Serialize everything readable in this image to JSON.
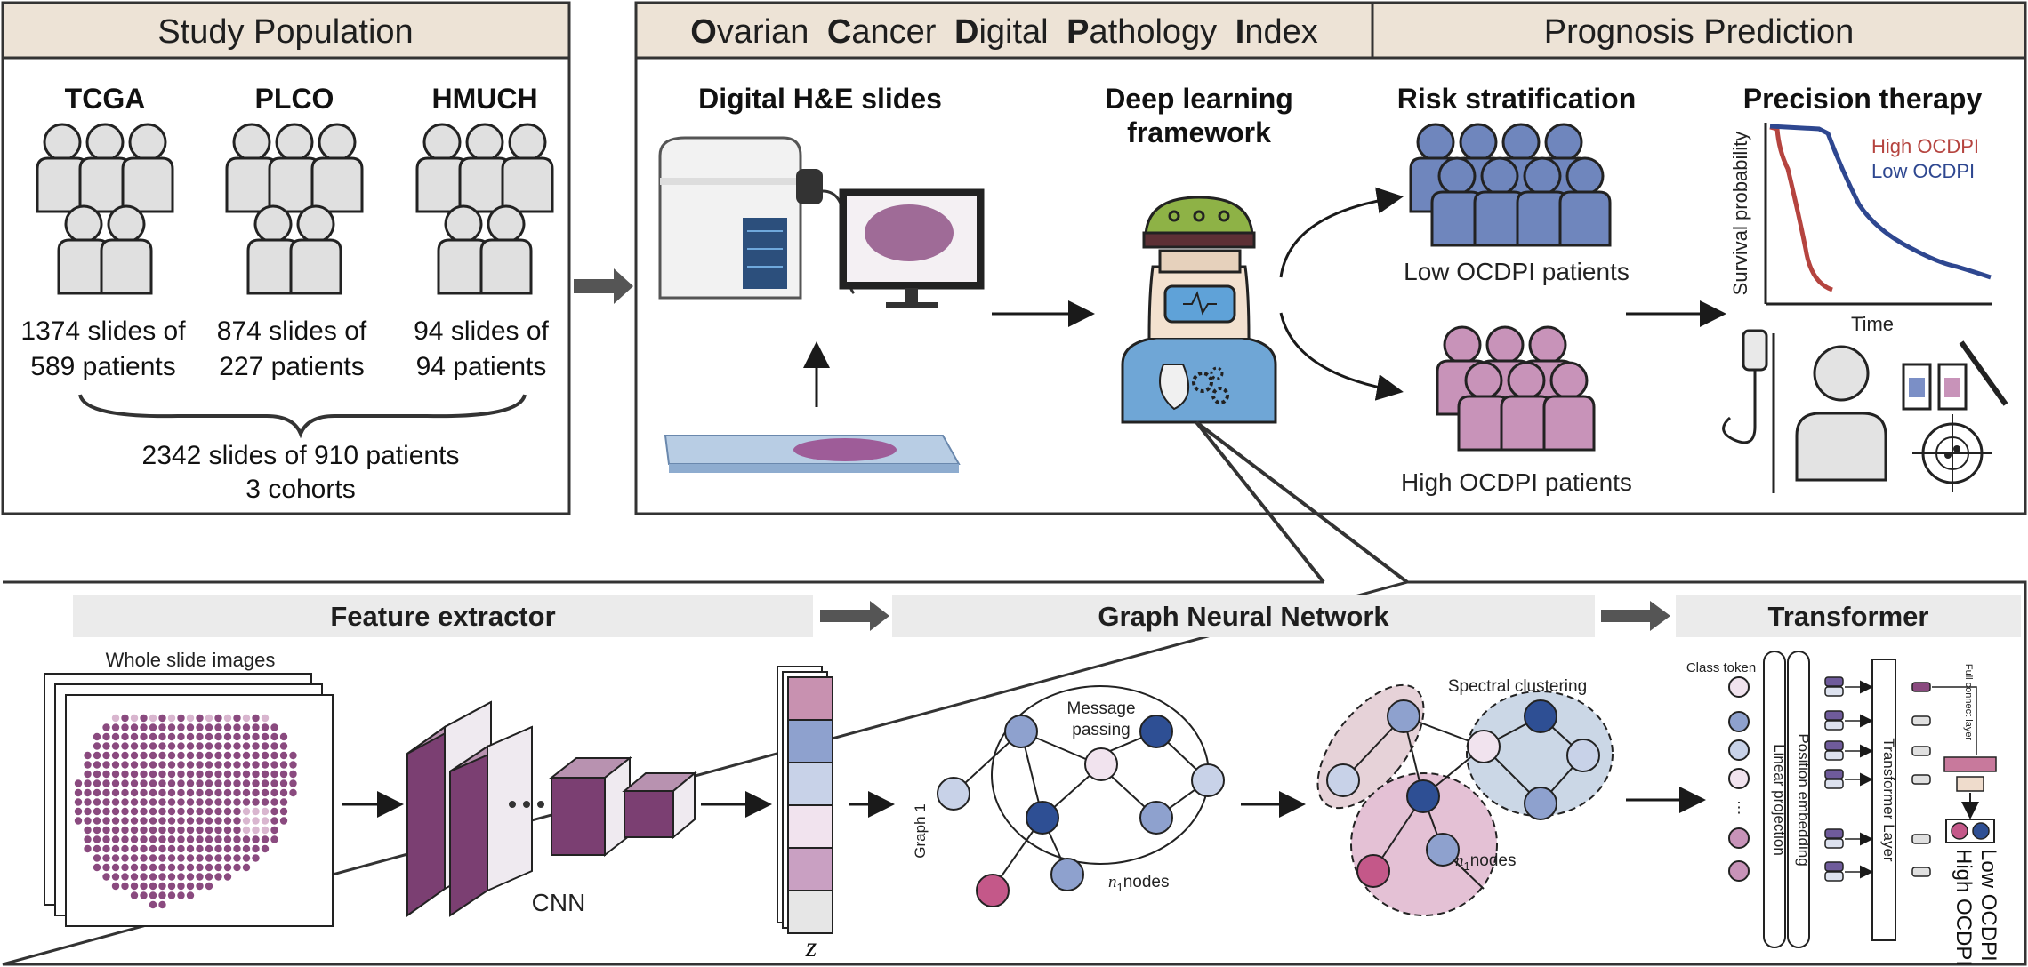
{
  "study": {
    "header": "Study Population",
    "cohorts": [
      {
        "name": "TCGA",
        "line1": "1374 slides of",
        "line2": "589 patients"
      },
      {
        "name": "PLCO",
        "line1": "874 slides of",
        "line2": "227 patients"
      },
      {
        "name": "HMUCH",
        "line1": "94 slides of",
        "line2": "94 patients"
      }
    ],
    "total_line1": "2342 slides of 910 patients",
    "total_line2": "3 cohorts"
  },
  "ocdpi": {
    "header_parts": [
      {
        "initial": "O",
        "rest": "varian "
      },
      {
        "initial": "C",
        "rest": "ancer "
      },
      {
        "initial": "D",
        "rest": "igital "
      },
      {
        "initial": "P",
        "rest": "athology "
      },
      {
        "initial": "I",
        "rest": "ndex"
      }
    ],
    "slides_title": "Digital H&E slides",
    "dl_title_1": "Deep learning",
    "dl_title_2": "framework"
  },
  "prognosis": {
    "header": "Prognosis Prediction",
    "risk_title": "Risk stratification",
    "low_label": "Low OCDPI patients",
    "high_label": "High OCDPI patients",
    "therapy_title": "Precision therapy",
    "km": {
      "ylabel": "Survival probability",
      "xlabel": "Time",
      "legend": [
        {
          "name": "High OCDPI",
          "color": "#b5443f"
        },
        {
          "name": "Low OCDPI",
          "color": "#2e4790"
        }
      ]
    }
  },
  "pipeline": {
    "feature_bar": "Feature extractor",
    "gnn_bar": "Graph Neural Network",
    "transformer_bar": "Transformer",
    "wsi_label": "Whole slide images",
    "cnn_label": "CNN",
    "z_label": "z",
    "graph_label": "Graph 1",
    "message_line1": "Message",
    "message_line2": "passing",
    "nodes_sym": "n",
    "nodes_sub": "1",
    "nodes_word": "nodes",
    "spectral_label": "Spectral clustering",
    "class_token": "Class token",
    "linear_projection": "Linear projection",
    "position_embedding": "Position embedding",
    "transformer_layer": "Transformer Layer",
    "full_connect": "Full connect layer",
    "low_out": "Low OCDPI",
    "high_out": "High OCDPI"
  },
  "colors": {
    "header_bg": "#ede3d6",
    "bar_bg": "#ebebeb",
    "purple": "#8a4a7f",
    "blue_person": "#6f86bd",
    "pink_person": "#c893b9",
    "grey_person": "#e0e0e0"
  }
}
